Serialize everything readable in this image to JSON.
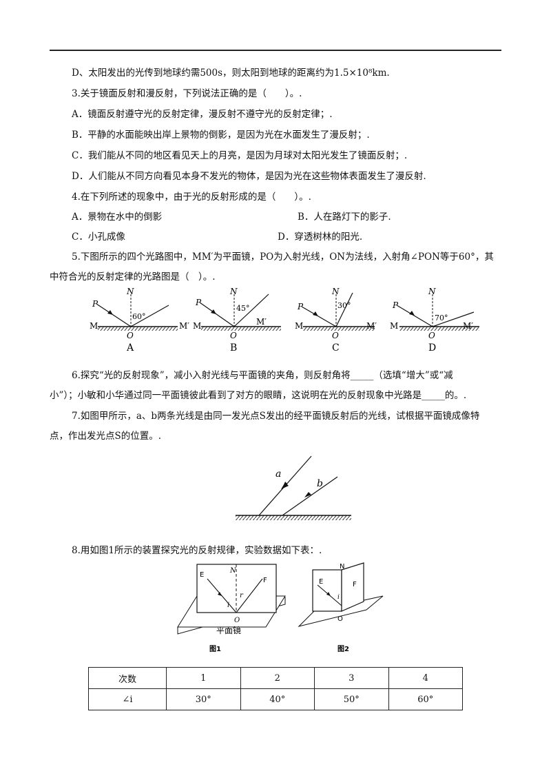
{
  "q2_optD": "D、太阳发出的光传到地球约需500s，则太阳到地球的距离约为1.5×10⁸km.",
  "q3": {
    "stem": "3.关于镜面反射和漫反射，下列说法正确的是（　　）。.",
    "options": [
      "A．镜面反射遵守光的反射定律，漫反射不遵守光的反射定律；.",
      "B．平静的水面能映出岸上景物的倒影，是因为光在水面发生了漫反射；.",
      "C．我们能从不同的地区看见天上的月亮，是因为月球对太阳光发生了镜面反射；.",
      "D．人们能从不同方向看见本身不发光的物体，是因为光在这些物体表面发生了漫反射."
    ]
  },
  "q4": {
    "stem": "4.在下列所述的现象中，由于光的反射形成的是（　　）。.",
    "options": [
      "A．景物在水中的倒影",
      "B．人在路灯下的影子.",
      "C．小孔成像",
      "D．穿透树林的阳光."
    ]
  },
  "q5": {
    "stem_line1": "5.下图所示的四个光路图中，MM′为平面镜，PO为入射光线，ON为法线，入射角∠PON等于60°，其",
    "stem_line2": "中符合光的反射定律的光路图是（　）。.",
    "figures": [
      {
        "label": "A",
        "angle": "60°"
      },
      {
        "label": "B",
        "angle": "45°"
      },
      {
        "label": "C",
        "angle": "30°"
      },
      {
        "label": "D",
        "angle": "70°"
      }
    ],
    "letter_P": "P",
    "letter_N": "N",
    "letter_M": "M",
    "letter_M2": "M′",
    "letter_O": "O"
  },
  "q6": {
    "line1": "6.探究“光的反射现象”，减小入射光线与平面镜的夹角，则反射角将_____（选填“增大”或“减",
    "line2": "小”）；小敏和小华通过同一平面镜彼此看到了对方的眼睛，这说明在光的反射现象中光路是_____的。."
  },
  "q7": {
    "line1": "7.如图甲所示，a、b两条光线是由同一发光点S发出的经平面镜反射后的光线，试根据平面镜成像特",
    "line2": "点，作出发光点S的位置。.",
    "ray_a": "a",
    "ray_b": "b"
  },
  "q8": {
    "stem": "8.用如图1所示的装置探究光的反射规律，实验数据如下表：.",
    "fig1_caption": "图1",
    "fig2_caption": "图2",
    "mirror_label": "平面镜",
    "labels": {
      "E": "E",
      "F": "F",
      "N": "N",
      "O": "O",
      "i": "i",
      "r": "r"
    },
    "table": {
      "headers": [
        "次数",
        "1",
        "2",
        "3",
        "4"
      ],
      "rows": [
        [
          "∠i",
          "30°",
          "40°",
          "50°",
          "60°"
        ]
      ]
    }
  }
}
